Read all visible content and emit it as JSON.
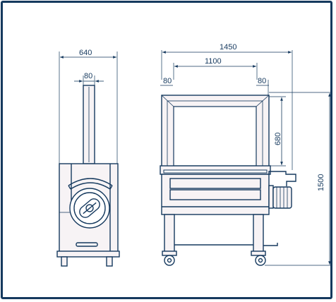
{
  "dimensions": {
    "side_width": "640",
    "side_column_width": "80",
    "front_overall_width": "1450",
    "front_inner_width": "1100",
    "front_left_post": "80",
    "front_right_post": "80",
    "front_arch_height": "680",
    "overall_height": "1500"
  },
  "colors": {
    "ink": "#15395e",
    "body_fill": "#f7f3f5",
    "background": "#ffffff"
  }
}
